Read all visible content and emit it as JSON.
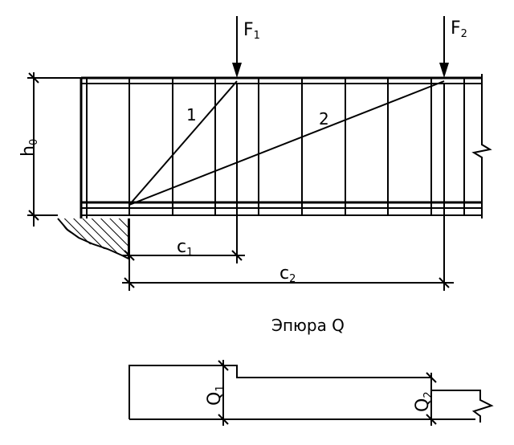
{
  "labels": {
    "f1": "F",
    "f1_sub": "1",
    "f2": "F",
    "f2_sub": "2",
    "h0": "h",
    "h0_sub": "0",
    "crack1": "1",
    "crack2": "2",
    "c1": "c",
    "c1_sub": "1",
    "c2": "c",
    "c2_sub": "2",
    "diagram_title": "Эпюра Q",
    "q1": "Q",
    "q1_sub": "1",
    "q2": "Q",
    "q2_sub": "2"
  },
  "colors": {
    "ink": "#000000",
    "background": "#ffffff"
  }
}
